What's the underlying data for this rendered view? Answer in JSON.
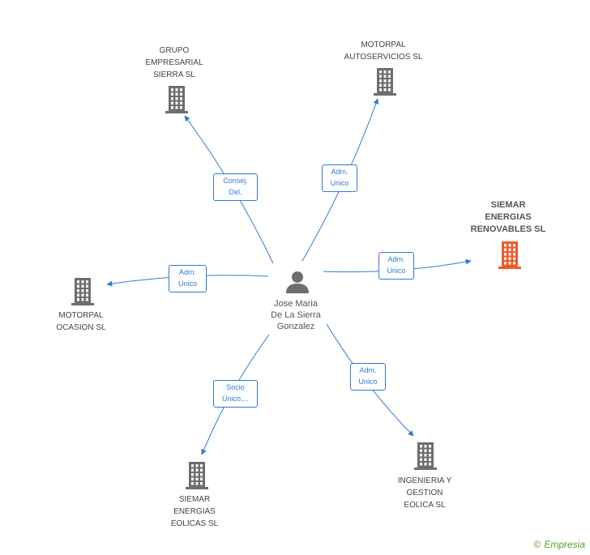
{
  "center": {
    "name": "Jose Maria\nDe La Sierra\nGonzalez",
    "icon": "person-icon"
  },
  "nodes": [
    {
      "id": "grupo",
      "label": "GRUPO\nEMPRESARIAL\nSIERRA SL",
      "icon": "building-icon",
      "highlight": false
    },
    {
      "id": "autoservicios",
      "label": "MOTORPAL\nAUTOSERVICIOS SL",
      "icon": "building-icon",
      "highlight": false
    },
    {
      "id": "renovables",
      "label": "SIEMAR\nENERGIAS\nRENOVABLES SL",
      "icon": "building-icon",
      "highlight": true
    },
    {
      "id": "ocasion",
      "label": "MOTORPAL\nOCASION  SL",
      "icon": "building-icon",
      "highlight": false
    },
    {
      "id": "eolicas",
      "label": "SIEMAR\nENERGIAS\nEOLICAS SL",
      "icon": "building-icon",
      "highlight": false
    },
    {
      "id": "ingenieria",
      "label": "INGENIERIA Y\nGESTION\nEOLICA SL",
      "icon": "building-icon",
      "highlight": false
    }
  ],
  "edges": [
    {
      "to": "grupo",
      "label": "Consej.\nDel."
    },
    {
      "to": "autoservicios",
      "label": "Adm.\nUnico"
    },
    {
      "to": "renovables",
      "label": "Adm.\nUnico"
    },
    {
      "to": "ocasion",
      "label": "Adm.\nUnico"
    },
    {
      "to": "eolicas",
      "label": "Socio\nÚnico,..."
    },
    {
      "to": "ingenieria",
      "label": "Adm.\nUnico"
    }
  ],
  "colors": {
    "edge": "#2e7bd6",
    "building": "#6e6e6e",
    "highlight_building": "#f05a28",
    "person": "#6e6e6e",
    "brand": "#5aa02c"
  },
  "footer": {
    "copyright_symbol": "©",
    "brand": "Empresia"
  }
}
